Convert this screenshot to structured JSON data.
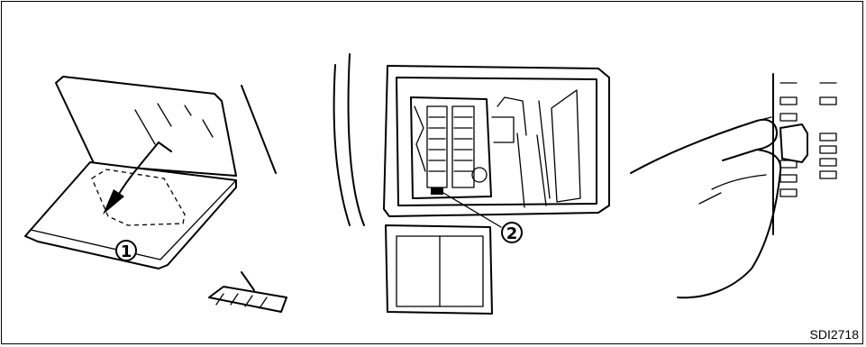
{
  "callouts": {
    "step_1": "1",
    "step_2": "2"
  },
  "figure_code": "SDI2718"
}
